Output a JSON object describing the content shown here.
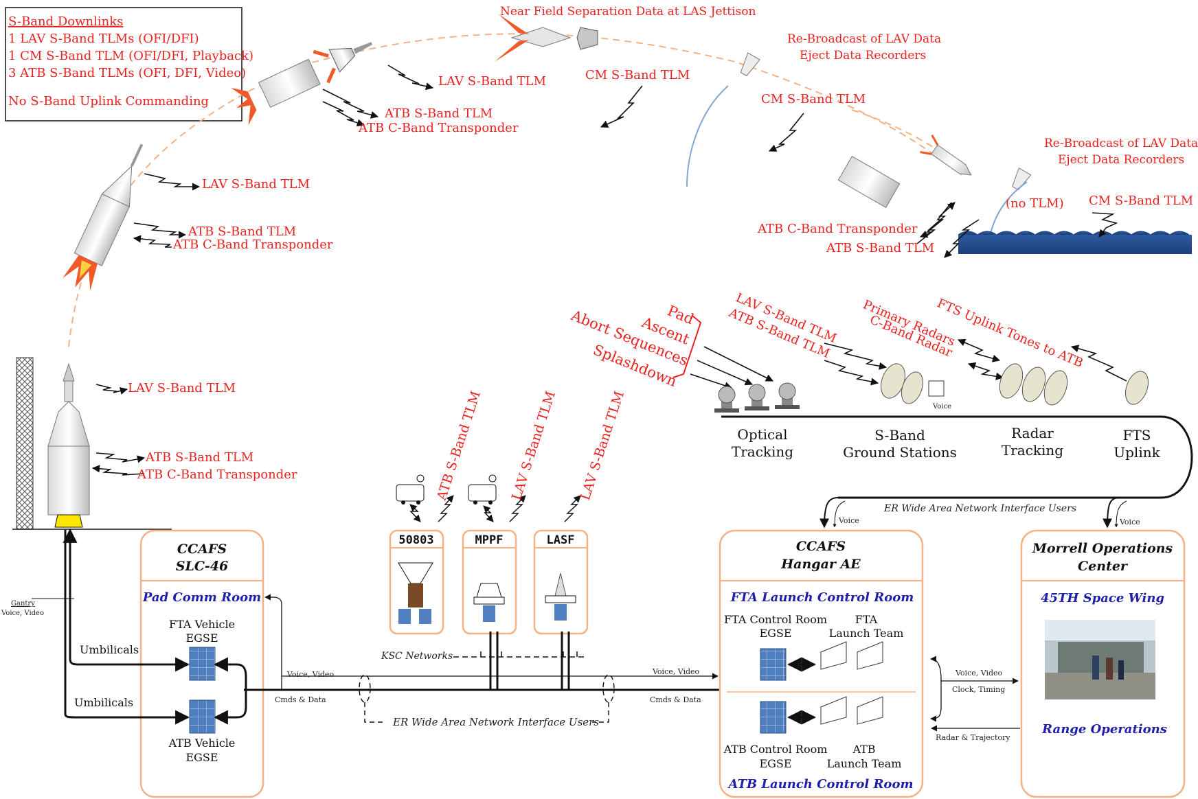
{
  "legend": {
    "title": "S-Band Downlinks",
    "lines": [
      "1 LAV S-Band TLMs (OFI/DFI)",
      "1 CM S-Band TLM (OFI/DFI, Playback)",
      "3 ATB S-Band TLMs (OFI, DFI, Video)"
    ],
    "note": "No S-Band Uplink Commanding"
  },
  "flight_labels": {
    "near_field": "Near Field Separation Data at LAS Jettison",
    "lav_tlm": "LAV S-Band TLM",
    "cm_tlm": "CM S-Band TLM",
    "atb_tlm": "ATB S-Band TLM",
    "atb_cband": "ATB C-Band Transponder",
    "rebroadcast_1": "Re-Broadcast of LAV Data",
    "rebroadcast_2": "Eject Data Recorders",
    "no_tlm": "(no TLM)"
  },
  "phases": [
    "Pad",
    "Ascent",
    "Abort Sequences",
    "Splashdown"
  ],
  "range_links": {
    "lav": "LAV S-Band TLM",
    "atb": "ATB S-Band TLM",
    "primary_radars": "Primary Radars",
    "cband_radar": "C-Band Radar",
    "fts_uplink": "FTS Uplink Tones to ATB"
  },
  "stations": {
    "optical_1": "Optical",
    "optical_2": "Tracking",
    "sband_1": "S-Band",
    "sband_2": "Ground Stations",
    "radar_1": "Radar",
    "radar_2": "Tracking",
    "fts_1": "FTS",
    "fts_2": "Uplink",
    "voice": "Voice"
  },
  "network": {
    "er_wan": "ER Wide Area Network Interface Users",
    "ksc": "KSC Networks",
    "voice_video": "Voice, Video",
    "cmds_data": "Cmds & Data",
    "clock_timing": "Clock, Timing",
    "radar_traj": "Radar & Trajectory",
    "gantry": "Gantry",
    "umbilicals": "Umbilicals"
  },
  "facilities": {
    "f50803": "50803",
    "mppf": "MPPF",
    "lasf": "LASF",
    "atb_tlm": "ATB S-Band TLM",
    "lav_tlm": "LAV S-Band TLM"
  },
  "slc46": {
    "title_1": "CCAFS",
    "title_2": "SLC-46",
    "room": "Pad Comm Room",
    "fta_1": "FTA Vehicle",
    "fta_2": "EGSE",
    "atb_1": "ATB Vehicle",
    "atb_2": "EGSE"
  },
  "hangar": {
    "title_1": "CCAFS",
    "title_2": "Hangar AE",
    "fta_room": "FTA Launch Control Room",
    "fta_ctrl_1": "FTA Control Room",
    "fta_ctrl_2": "EGSE",
    "fta_team_1": "FTA",
    "fta_team_2": "Launch Team",
    "atb_ctrl_1": "ATB Control Room",
    "atb_ctrl_2": "EGSE",
    "atb_team_1": "ATB",
    "atb_team_2": "Launch Team",
    "atb_room": "ATB Launch Control Room"
  },
  "moc": {
    "title_1": "Morrell Operations",
    "title_2": "Center",
    "wing": "45TH Space Wing",
    "range_ops": "Range Operations"
  }
}
